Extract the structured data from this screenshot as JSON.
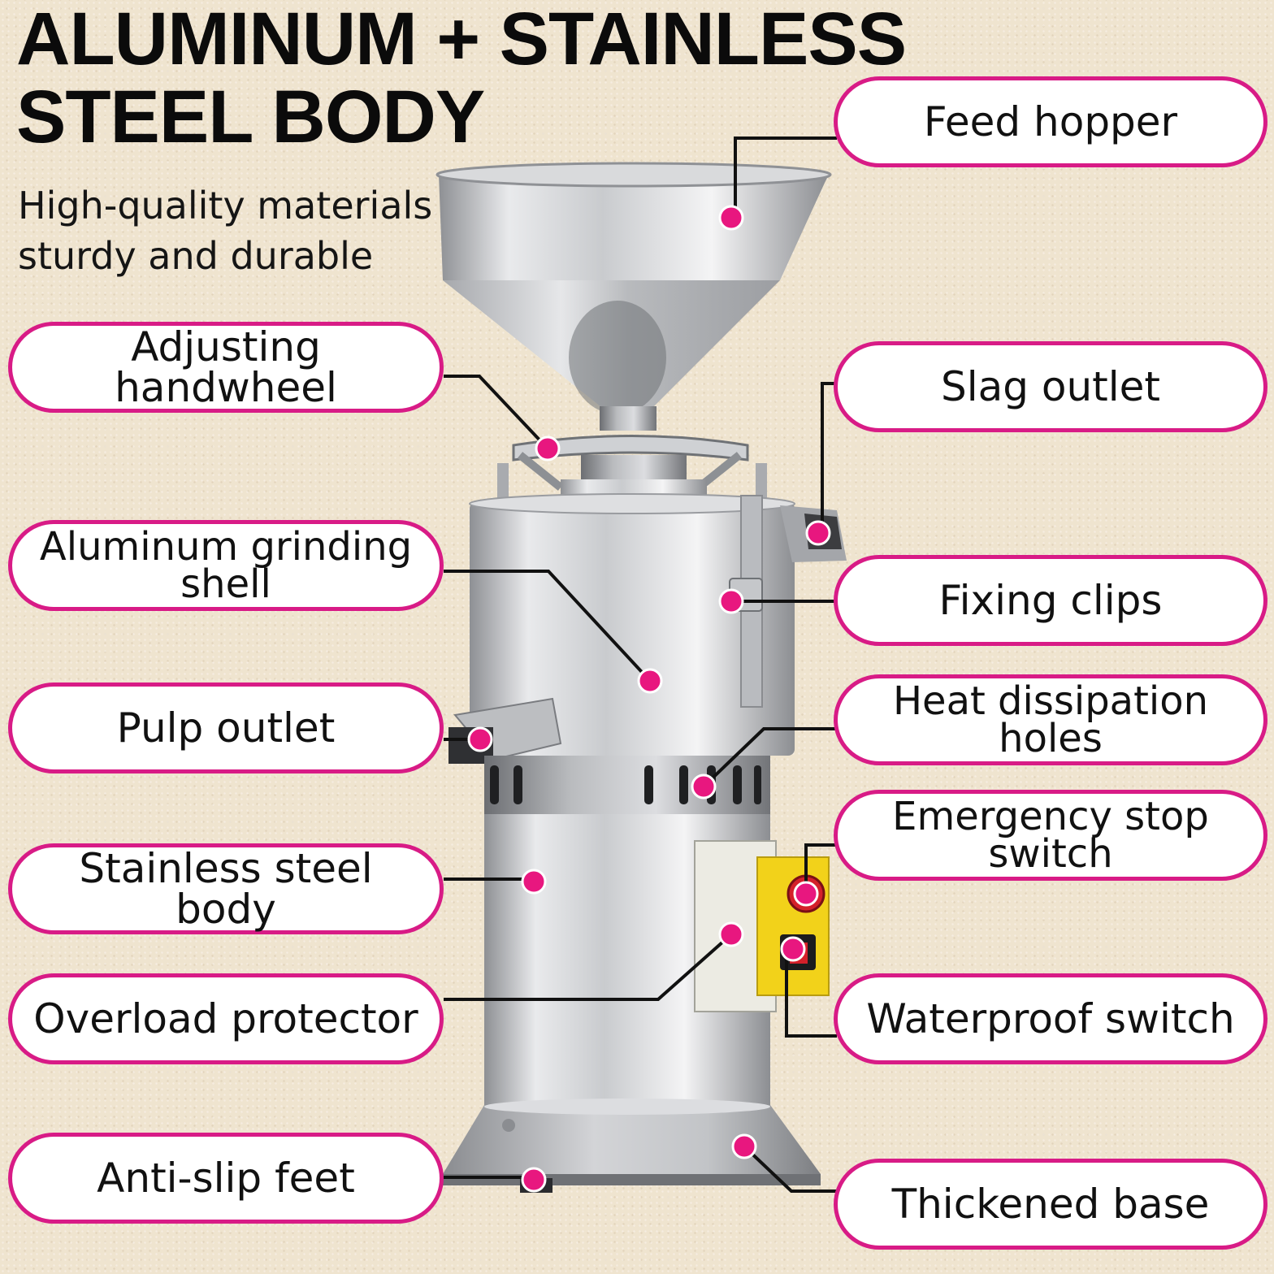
{
  "heading": {
    "line1": "ALUMINUM + STAINLESS",
    "line2": "STEEL BODY",
    "sub_line1": "High-quality materials",
    "sub_line2": "sturdy and durable"
  },
  "labels": {
    "feed_hopper": "Feed hopper",
    "adjusting_handwheel": "Adjusting handwheel",
    "slag_outlet": "Slag outlet",
    "aluminum_grinding_shell_1": "Aluminum grinding",
    "aluminum_grinding_shell_2": "shell",
    "fixing_clips": "Fixing clips",
    "pulp_outlet": "Pulp outlet",
    "heat_dissipation_holes_1": "Heat dissipation",
    "heat_dissipation_holes_2": "holes",
    "emergency_stop_switch_1": "Emergency stop",
    "emergency_stop_switch_2": "switch",
    "stainless_steel_body": "Stainless steel body",
    "overload_protector": "Overload protector",
    "waterproof_switch": "Waterproof switch",
    "anti_slip_feet": "Anti-slip feet",
    "thickened_base": "Thickened base"
  },
  "colors": {
    "accent_magenta": "#d81b86",
    "background": "#efe4cf",
    "switch_yellow": "#f2d21a",
    "stop_red": "#d4202a"
  }
}
